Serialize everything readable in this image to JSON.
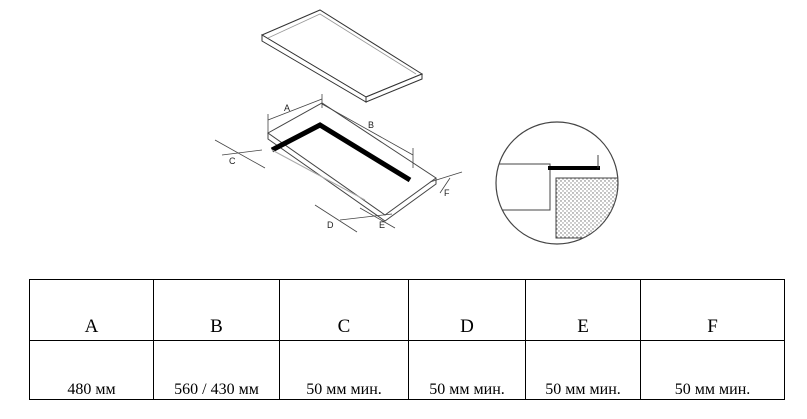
{
  "diagram": {
    "labels": {
      "a": "A",
      "b": "B",
      "c": "C",
      "d": "D",
      "e": "E",
      "f": "F"
    }
  },
  "table": {
    "headers": [
      "A",
      "B",
      "C",
      "D",
      "E",
      "F"
    ],
    "values": [
      "480 мм",
      "560 / 430 мм",
      "50 мм мин.",
      "50 мм мин.",
      "50 мм мин.",
      "50 мм мин."
    ]
  }
}
